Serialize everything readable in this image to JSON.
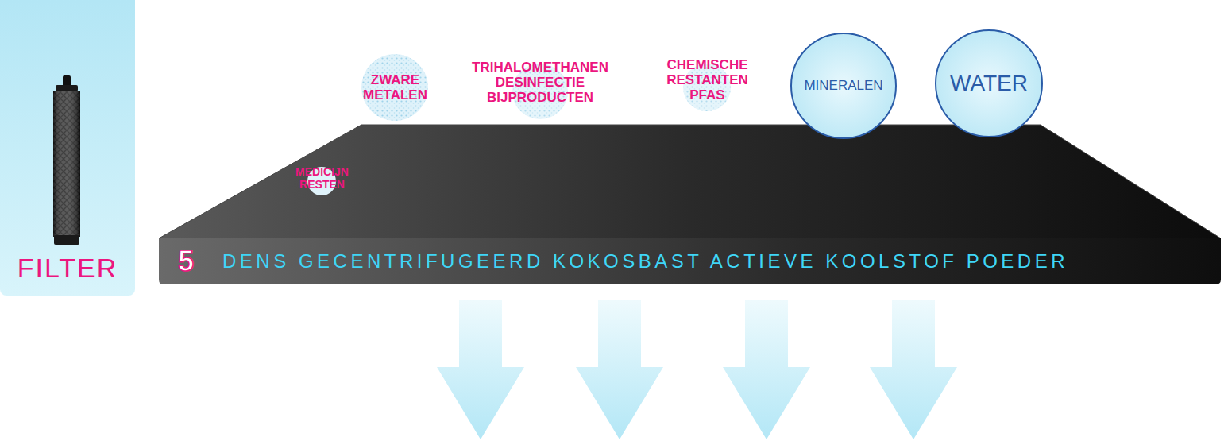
{
  "diagram": {
    "nodes": [
      {
        "text": [
          "FILTER"
        ]
      },
      {
        "text": [
          "ZWARE METALEN"
        ]
      },
      {
        "text": [
          "TRIHALOMETHANEN DESINFECTIE BIJPRODUCTEN"
        ]
      },
      {
        "text": [
          "CHEMISCHE RESTANTEN PFAS"
        ]
      },
      {
        "text": [
          "MINERALEN"
        ]
      },
      {
        "text": [
          "WATER"
        ]
      },
      {
        "text": [
          "MEDICIJN RESTEN"
        ]
      },
      {
        "text": [
          "5",
          "DENS GECENTRIFUGEERD KOKOSBAST ACTIEVE KOOLSTOF POEDER"
        ]
      }
    ]
  }
}
